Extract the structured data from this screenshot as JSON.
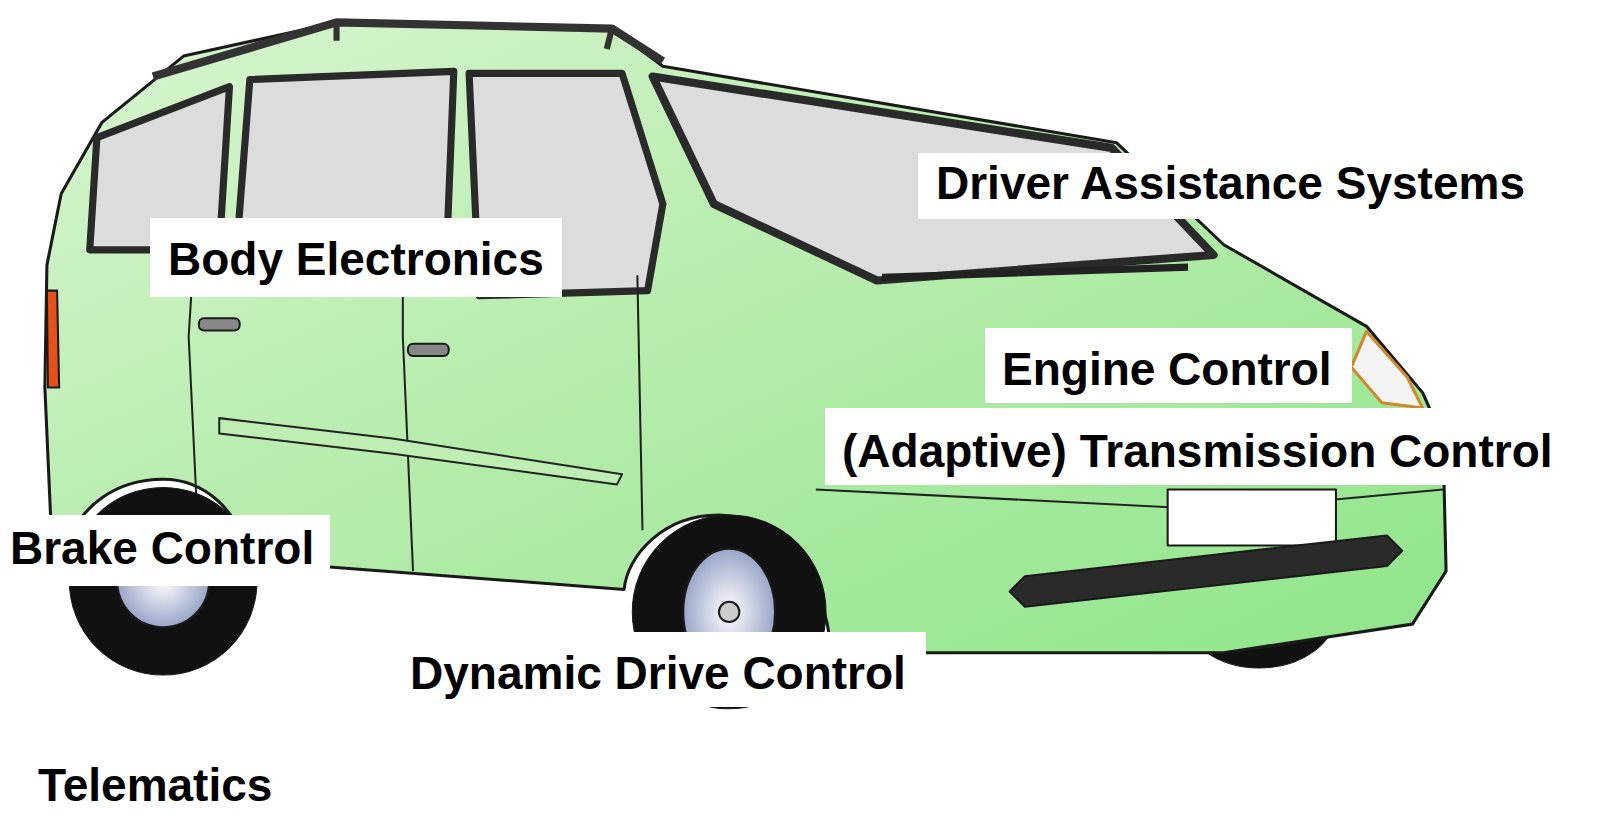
{
  "diagram": {
    "labels": [
      "Driver Assistance Systems",
      "Body Electronics",
      "Engine Control",
      "(Adaptive) Transmission Control",
      "Brake Control",
      "Dynamic Drive Control",
      "Telematics"
    ]
  }
}
